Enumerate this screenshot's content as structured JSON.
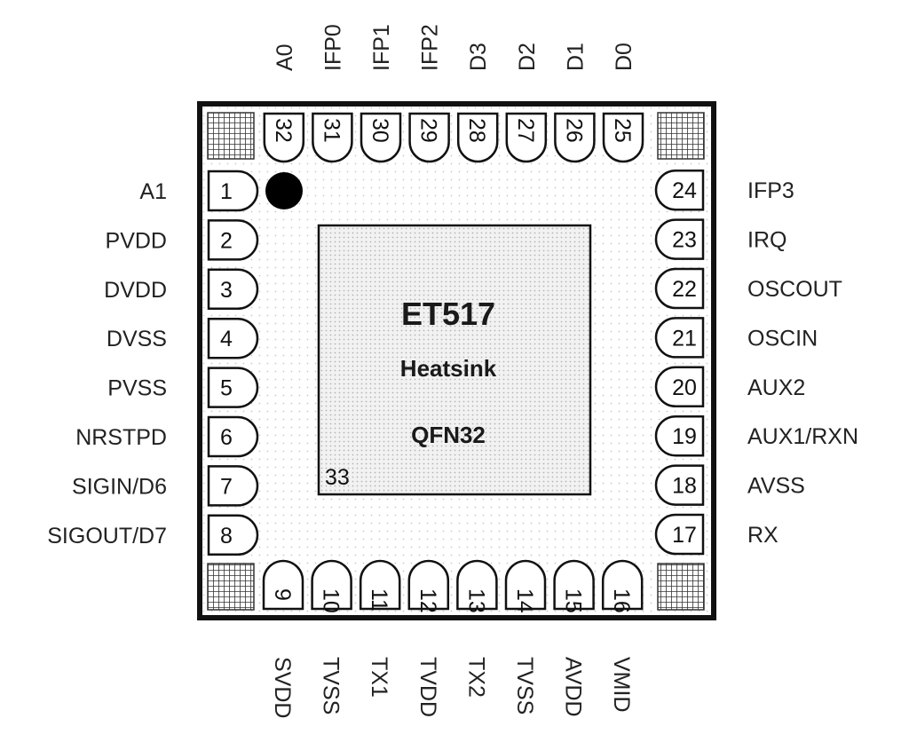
{
  "chip": {
    "name": "ET517",
    "subtitle": "Heatsink",
    "package": "QFN32",
    "heatsink_pin": "33"
  },
  "pins": {
    "left": [
      {
        "num": "1",
        "name": "A1"
      },
      {
        "num": "2",
        "name": "PVDD"
      },
      {
        "num": "3",
        "name": "DVDD"
      },
      {
        "num": "4",
        "name": "DVSS"
      },
      {
        "num": "5",
        "name": "PVSS"
      },
      {
        "num": "6",
        "name": "NRSTPD"
      },
      {
        "num": "7",
        "name": "SIGIN/D6"
      },
      {
        "num": "8",
        "name": "SIGOUT/D7"
      }
    ],
    "bottom": [
      {
        "num": "9",
        "name": "SVDD"
      },
      {
        "num": "10",
        "name": "TVSS"
      },
      {
        "num": "11",
        "name": "TX1"
      },
      {
        "num": "12",
        "name": "TVDD"
      },
      {
        "num": "13",
        "name": "TX2"
      },
      {
        "num": "14",
        "name": "TVSS"
      },
      {
        "num": "15",
        "name": "AVDD"
      },
      {
        "num": "16",
        "name": "VMID"
      }
    ],
    "right": [
      {
        "num": "17",
        "name": "RX"
      },
      {
        "num": "18",
        "name": "AVSS"
      },
      {
        "num": "19",
        "name": "AUX1/RXN"
      },
      {
        "num": "20",
        "name": "AUX2"
      },
      {
        "num": "21",
        "name": "OSCIN"
      },
      {
        "num": "22",
        "name": "OSCOUT"
      },
      {
        "num": "23",
        "name": "IRQ"
      },
      {
        "num": "24",
        "name": "IFP3"
      }
    ],
    "top": [
      {
        "num": "25",
        "name": "D0"
      },
      {
        "num": "26",
        "name": "D1"
      },
      {
        "num": "27",
        "name": "D2"
      },
      {
        "num": "28",
        "name": "D3"
      },
      {
        "num": "29",
        "name": "IFP2"
      },
      {
        "num": "30",
        "name": "IFP1"
      },
      {
        "num": "31",
        "name": "IFP0"
      },
      {
        "num": "32",
        "name": "A0"
      }
    ]
  },
  "colors": {
    "outline": "#111111",
    "package_dots": "#c8c8c8",
    "heatsink_fill": "#eeeeee",
    "pin1_marker": "#000000"
  }
}
